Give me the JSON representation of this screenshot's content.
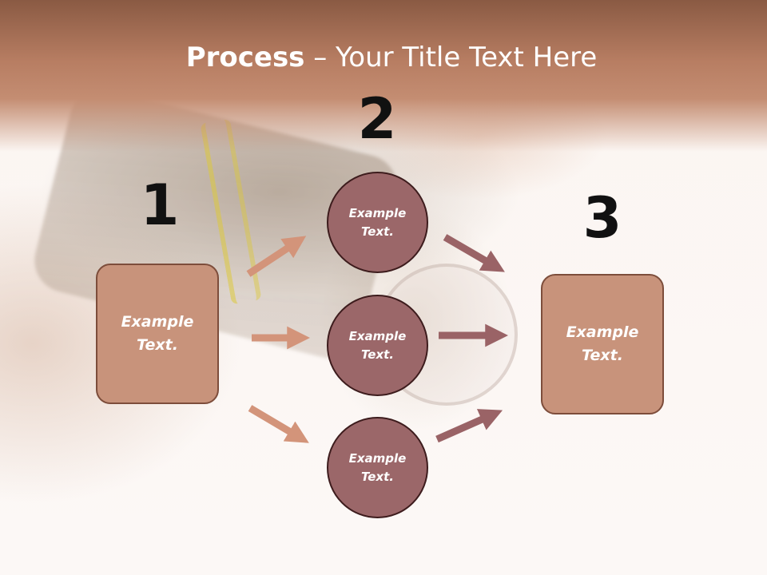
{
  "title": {
    "bold": "Process",
    "rest": " – Your Title Text Here"
  },
  "steps": {
    "one": "1",
    "two": "2",
    "three": "3"
  },
  "left_box": {
    "text": "Example\nText."
  },
  "right_box": {
    "text": "Example\nText."
  },
  "circles": [
    {
      "text": "Example\nText."
    },
    {
      "text": "Example\nText."
    },
    {
      "text": "Example\nText."
    }
  ],
  "colors": {
    "banner": "#b77d62",
    "box_fill": "#c8937b",
    "circle_fill": "#9b6769",
    "left_arrows": "#d3947a",
    "right_arrows": "#9a6366"
  }
}
